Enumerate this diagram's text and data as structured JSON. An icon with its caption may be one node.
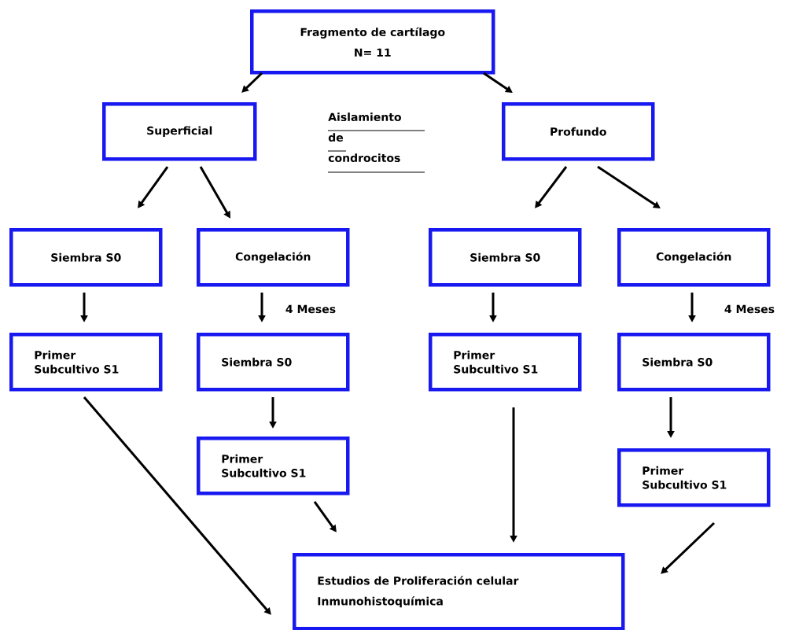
{
  "diagram": {
    "nodes": [
      {
        "text": [
          "Fragmento de cartílago",
          "N= 11"
        ]
      },
      {
        "text": [
          "Superficial"
        ]
      },
      {
        "text": [
          "Profundo"
        ]
      },
      {
        "text": [
          "Siembra S0"
        ]
      },
      {
        "text": [
          "Congelación"
        ]
      },
      {
        "text": [
          "Siembra S0"
        ]
      },
      {
        "text": [
          "Congelación"
        ]
      },
      {
        "text": [
          "Primer Subcultivo S1"
        ]
      },
      {
        "text": [
          "Siembra S0"
        ]
      },
      {
        "text": [
          "Primer Subcultivo S1"
        ]
      },
      {
        "text": [
          "Siembra S0"
        ]
      },
      {
        "text": [
          "Primer Subcultivo S1"
        ]
      },
      {
        "text": [
          "Primer Subcultivo S1"
        ]
      },
      {
        "text": [
          "Estudios de Proliferación celular",
          "Inmunohistoquímica"
        ]
      }
    ],
    "edges": [
      {
        "from": 0,
        "to": 1,
        "arrow": "to"
      },
      {
        "from": 0,
        "to": 2,
        "arrow": "to"
      },
      {
        "from": 1,
        "to": 3,
        "arrow": "to"
      },
      {
        "from": 1,
        "to": 4,
        "arrow": "to"
      },
      {
        "from": 2,
        "to": 5,
        "arrow": "to"
      },
      {
        "from": 2,
        "to": 6,
        "arrow": "to"
      },
      {
        "from": 3,
        "to": 7,
        "arrow": "to"
      },
      {
        "from": 4,
        "to": 8,
        "arrow": "to",
        "label": "4 Meses"
      },
      {
        "from": 5,
        "to": 9,
        "arrow": "to"
      },
      {
        "from": 6,
        "to": 10,
        "arrow": "to",
        "label": "4 Meses"
      },
      {
        "from": 8,
        "to": 11,
        "arrow": "to"
      },
      {
        "from": 10,
        "to": 12,
        "arrow": "to"
      },
      {
        "from": 7,
        "to": 13,
        "arrow": "to"
      },
      {
        "from": 11,
        "to": 13,
        "arrow": "to"
      },
      {
        "from": 9,
        "to": 13,
        "arrow": "to"
      },
      {
        "from": 12,
        "to": 13,
        "arrow": "to"
      }
    ],
    "labels": [
      "Aislamiento de condrocitos"
    ]
  }
}
